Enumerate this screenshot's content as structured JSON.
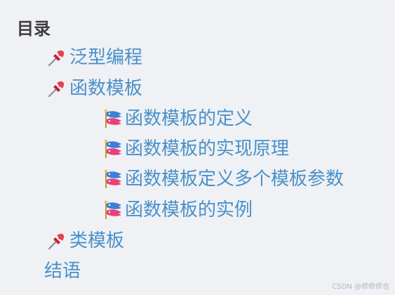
{
  "toc": {
    "heading": "目录",
    "items": [
      {
        "label": "泛型编程",
        "level": 1,
        "icon": "pushpin-icon"
      },
      {
        "label": "函数模板",
        "level": 1,
        "icon": "pushpin-icon"
      },
      {
        "label": "函数模板的定义",
        "level": 2,
        "icon": "carp-streamer-icon"
      },
      {
        "label": "函数模板的实现原理",
        "level": 2,
        "icon": "carp-streamer-icon"
      },
      {
        "label": "函数模板定义多个模板参数",
        "level": 2,
        "icon": "carp-streamer-icon"
      },
      {
        "label": "函数模板的实例",
        "level": 2,
        "icon": "carp-streamer-icon"
      },
      {
        "label": "类模板",
        "level": 1,
        "icon": "pushpin-icon"
      },
      {
        "label": "结语",
        "level": 1,
        "icon": ""
      }
    ]
  },
  "watermark": "CSDN @修修修也",
  "colors": {
    "background": "#eff1f5",
    "heading": "#3d3d3d",
    "link": "#4b90c8"
  }
}
